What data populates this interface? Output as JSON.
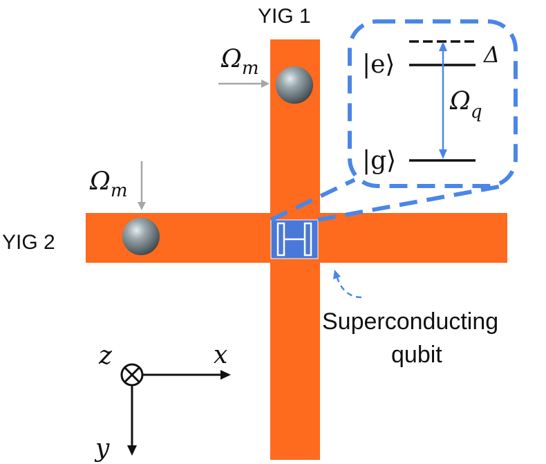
{
  "labels": {
    "yig1": "YIG 1",
    "yig2": "YIG 2",
    "qubit_line1": "Superconducting",
    "qubit_line2": "qubit"
  },
  "drive": {
    "symbol": "Ω",
    "subscript": "m"
  },
  "energy_levels": {
    "excited": "|e⟩",
    "ground": "|g⟩",
    "detuning": "Δ",
    "coupling_symbol": "Ω",
    "coupling_subscript": "q"
  },
  "axes": {
    "x": "x",
    "y": "y",
    "z": "z"
  },
  "colors": {
    "waveguide": "#fe6a1e",
    "qubit": "#4a78d8",
    "inset_border": "#4a86e8",
    "arrow_gray": "#a6a6a6",
    "sphere": "#7d8c92"
  },
  "icons": {
    "z_axis": "circled-cross-icon",
    "qubit": "transmon-qubit-icon",
    "yig_sphere": "sphere-icon"
  }
}
